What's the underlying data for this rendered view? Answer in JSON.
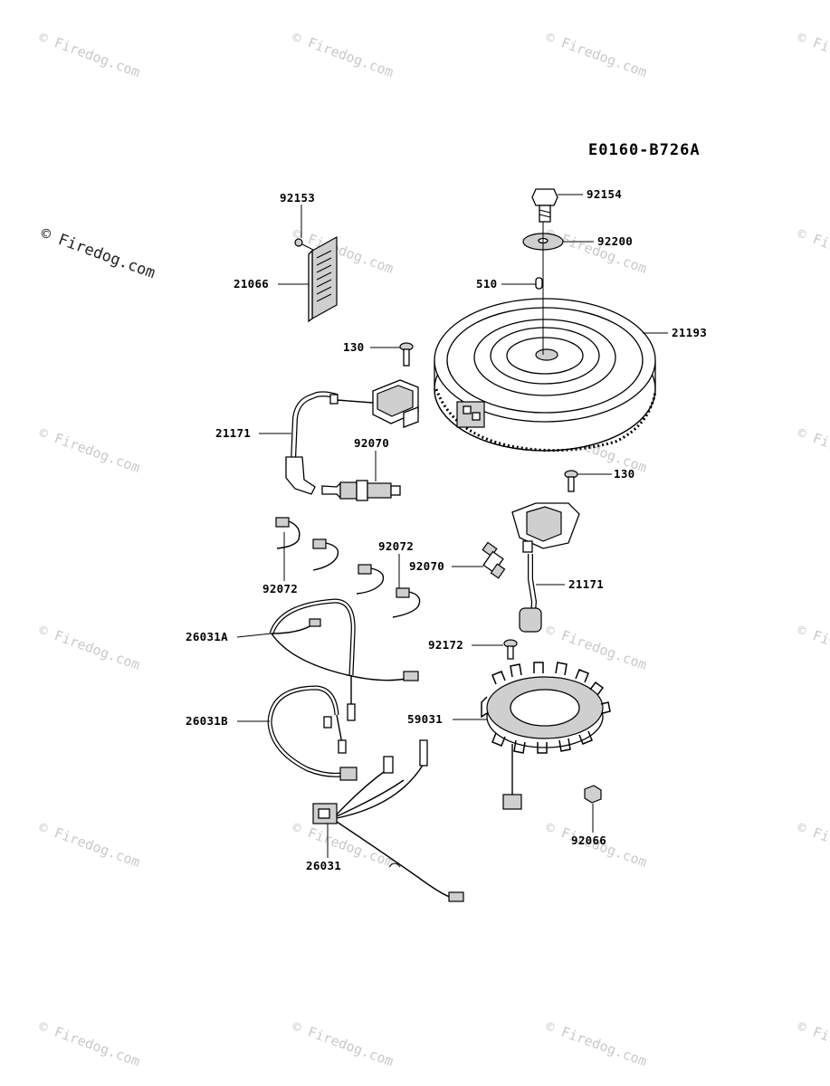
{
  "diagram_code": "E0160-B726A",
  "watermark": {
    "small_text": "© Firedog.com",
    "big_text": "© Firedog.com"
  },
  "labels": {
    "p92153": "92153",
    "p21066": "21066",
    "p92154": "92154",
    "p92200": "92200",
    "p510": "510",
    "p21193": "21193",
    "p130_top": "130",
    "p21171_left": "21171",
    "p92070_left": "92070",
    "p130_right": "130",
    "p92072_right": "92072",
    "p92070_right": "92070",
    "p21171_right": "21171",
    "p92072_left": "92072",
    "p26031A": "26031A",
    "p92172": "92172",
    "p26031B": "26031B",
    "p59031": "59031",
    "p92066": "92066",
    "p26031": "26031"
  },
  "colors": {
    "line": "#000000",
    "watermark": "#c9c9c9",
    "background": "#ffffff"
  }
}
